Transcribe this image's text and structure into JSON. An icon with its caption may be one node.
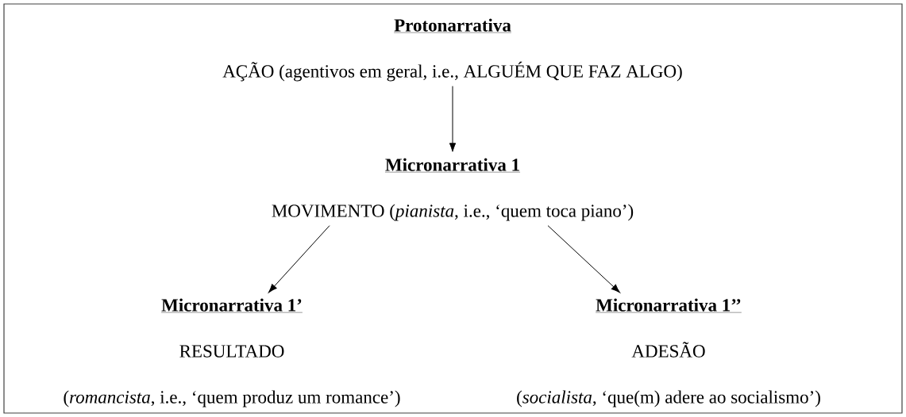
{
  "diagram": {
    "nodes": [
      {
        "text": [
          "Protonarrativa",
          "AÇÃO (agentivos em geral, i.e., ALGUÉM QUE FAZ ALGO)"
        ]
      },
      {
        "text": [
          "Micronarrativa 1",
          "MOVIMENTO (*pianista*, i.e., ‘quem toca piano’)"
        ]
      },
      {
        "text": [
          "Micronarrativa 1’",
          "RESULTADO",
          "(*romancista*, i.e., ‘quem produz um romance’)"
        ]
      },
      {
        "text": [
          "Micronarrativa 1’’",
          "ADESÃO",
          "(*socialista*, ‘que(m) adere ao socialismo’)"
        ]
      }
    ],
    "edges": [
      {
        "from": 0,
        "to": 1,
        "arrow": "to"
      },
      {
        "from": 1,
        "to": 2,
        "arrow": "to"
      },
      {
        "from": 1,
        "to": 3,
        "arrow": "to"
      }
    ]
  }
}
